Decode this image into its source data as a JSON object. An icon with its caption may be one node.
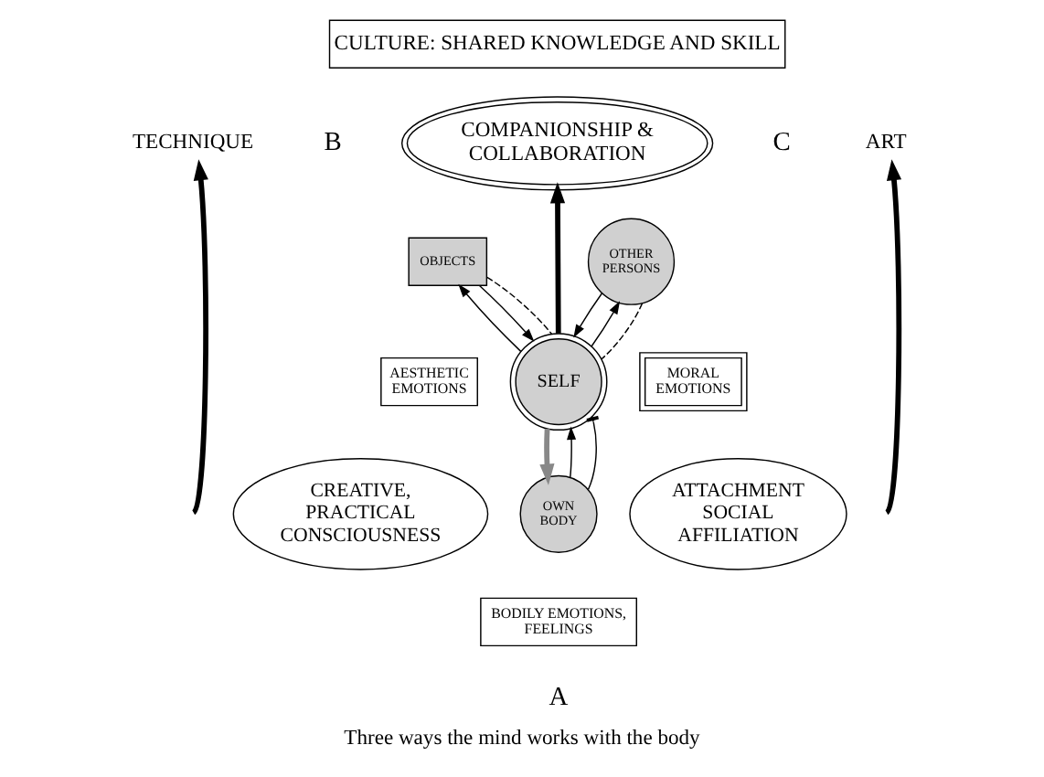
{
  "diagram": {
    "caption": "Three ways the mind works with the body",
    "nodes": [
      {
        "text": [
          "CULTURE: SHARED KNOWLEDGE AND SKILL"
        ]
      },
      {
        "text": [
          "COMPANIONSHIP & COLLABORATION"
        ]
      },
      {
        "text": [
          "OBJECTS"
        ]
      },
      {
        "text": [
          "OTHER PERSONS"
        ]
      },
      {
        "text": [
          "AESTHETIC EMOTIONS"
        ]
      },
      {
        "text": [
          "SELF"
        ]
      },
      {
        "text": [
          "MORAL EMOTIONS"
        ]
      },
      {
        "text": [
          "CREATIVE, PRACTICAL CONSCIOUSNESS"
        ]
      },
      {
        "text": [
          "OWN BODY"
        ]
      },
      {
        "text": [
          "ATTACHMENT SOCIAL AFFILIATION"
        ]
      },
      {
        "text": [
          "BODILY EMOTIONS, FEELINGS"
        ]
      },
      {
        "text": [
          "TECHNIQUE"
        ]
      },
      {
        "text": [
          "ART"
        ]
      }
    ],
    "edges": [
      {
        "from": 5,
        "to": 1,
        "arrow": "to",
        "style": "thick"
      },
      {
        "from": 5,
        "to": 2,
        "arrow": "to"
      },
      {
        "from": 2,
        "to": 5,
        "arrow": "to"
      },
      {
        "from": 2,
        "to": 5,
        "arrow": "none",
        "style": "dashed"
      },
      {
        "from": 3,
        "to": 5,
        "arrow": "to"
      },
      {
        "from": 5,
        "to": 3,
        "arrow": "to"
      },
      {
        "from": 3,
        "to": 5,
        "arrow": "none",
        "style": "dashed"
      },
      {
        "from": 5,
        "to": 8,
        "arrow": "to",
        "style": "thick",
        "color": "#888888"
      },
      {
        "from": 8,
        "to": 5,
        "arrow": "to"
      },
      {
        "from": 8,
        "to": 5,
        "arrow": "other"
      },
      {
        "from": null,
        "to": 11,
        "arrow": "to",
        "style": "thick"
      },
      {
        "from": null,
        "to": 12,
        "arrow": "to",
        "style": "thick"
      }
    ],
    "labels": [
      "B",
      "C",
      "A"
    ]
  }
}
